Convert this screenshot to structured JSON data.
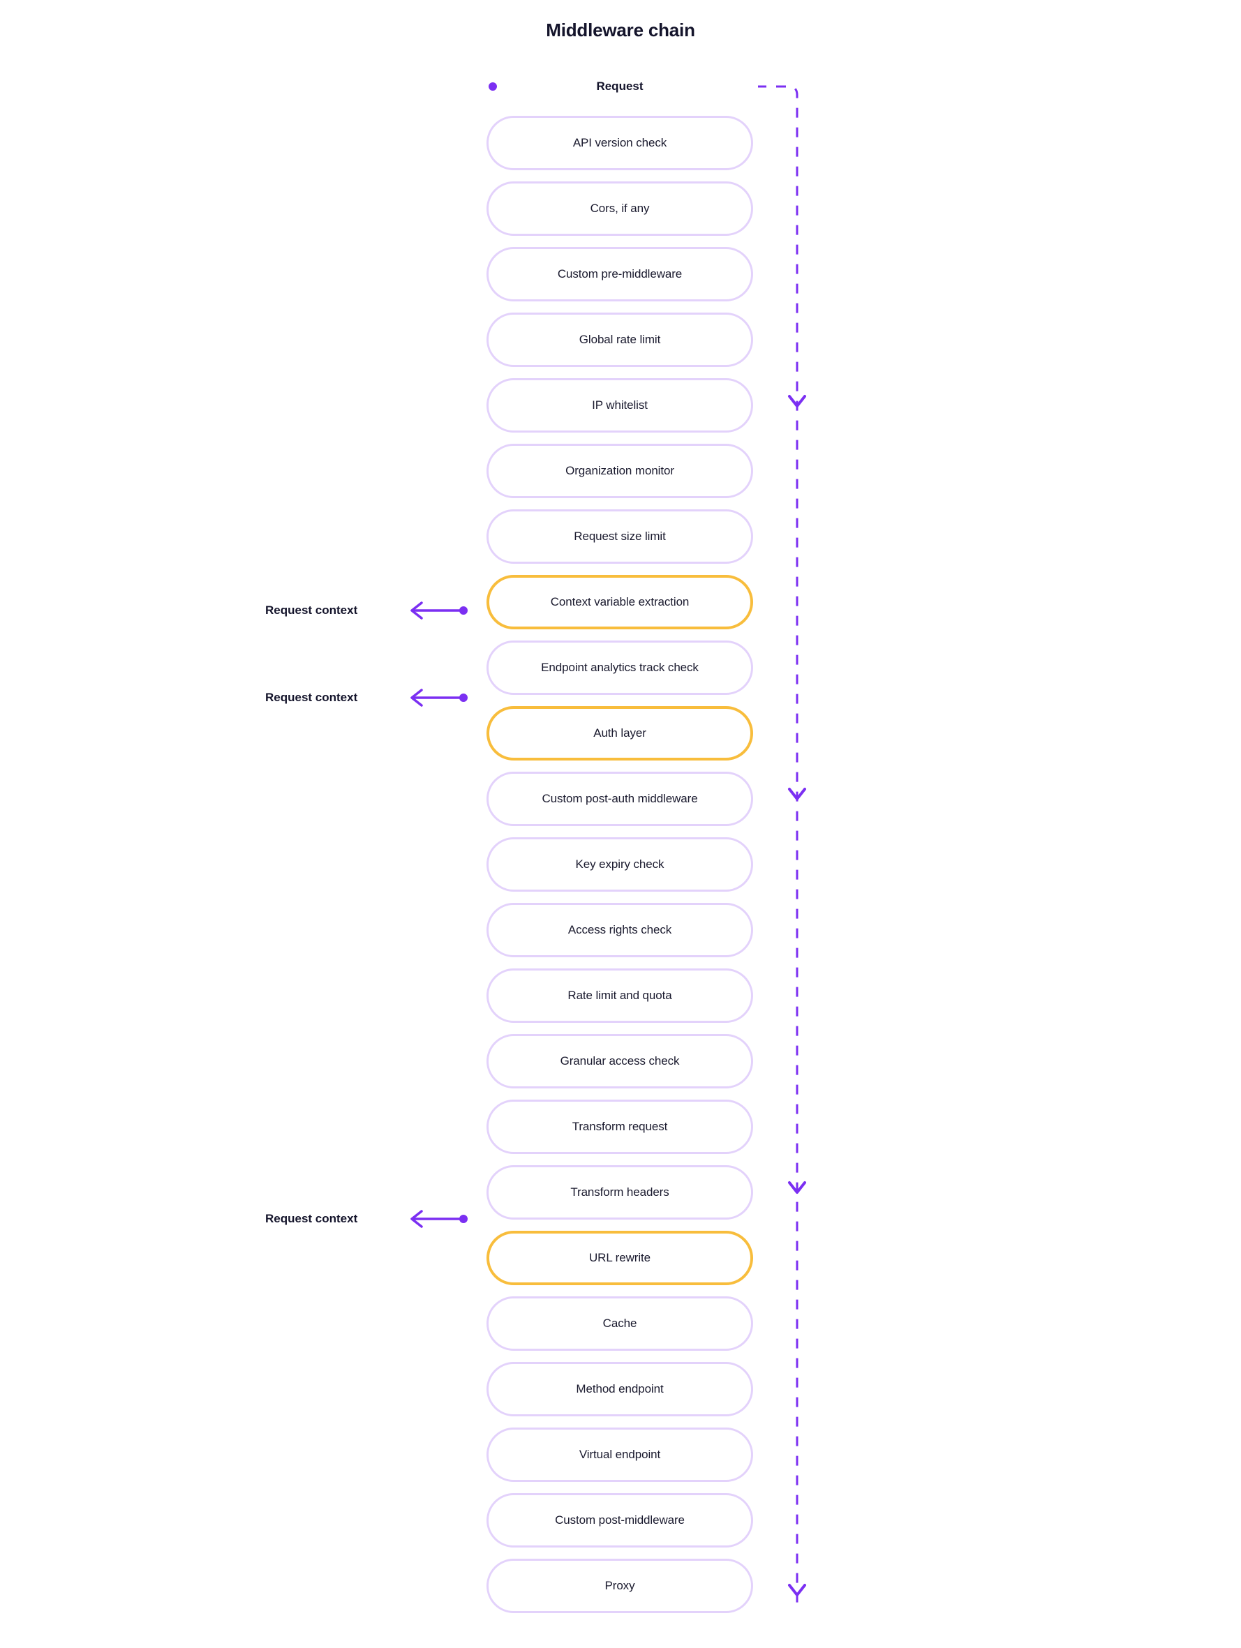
{
  "title": "Middleware chain",
  "colors": {
    "accent_purple": "#7B2FF2",
    "node_border": "#E3D2FB",
    "highlight_border": "#F8BD3C",
    "text": "#1A1A2E",
    "background": "#FFFFFF"
  },
  "flow": {
    "entry_label": "Request",
    "entry_marker": "dot-marker",
    "return_arrow_icon": "arrow-down-icon",
    "return_arrow_count": 4
  },
  "chart_data": {
    "type": "diagram",
    "title": "Middleware chain",
    "orientation": "vertical",
    "nodes": [
      {
        "label": "API version check",
        "highlight": false
      },
      {
        "label": "Cors, if any",
        "highlight": false
      },
      {
        "label": "Custom pre-middleware",
        "highlight": false
      },
      {
        "label": "Global rate limit",
        "highlight": false
      },
      {
        "label": "IP whitelist",
        "highlight": false
      },
      {
        "label": "Organization monitor",
        "highlight": false
      },
      {
        "label": "Request size limit",
        "highlight": false
      },
      {
        "label": "Context variable extraction",
        "highlight": true
      },
      {
        "label": "Endpoint analytics track check",
        "highlight": false
      },
      {
        "label": "Auth layer",
        "highlight": true
      },
      {
        "label": "Custom post-auth middleware",
        "highlight": false
      },
      {
        "label": "Key expiry check",
        "highlight": false
      },
      {
        "label": "Access rights check",
        "highlight": false
      },
      {
        "label": "Rate limit and quota",
        "highlight": false
      },
      {
        "label": "Granular access check",
        "highlight": false
      },
      {
        "label": "Transform request",
        "highlight": false
      },
      {
        "label": "Transform headers",
        "highlight": false
      },
      {
        "label": "URL rewrite",
        "highlight": true
      },
      {
        "label": "Cache",
        "highlight": false
      },
      {
        "label": "Method endpoint",
        "highlight": false
      },
      {
        "label": "Virtual endpoint",
        "highlight": false
      },
      {
        "label": "Custom post-middleware",
        "highlight": false
      },
      {
        "label": "Proxy",
        "highlight": false
      }
    ],
    "annotations": [
      {
        "label": "Request context",
        "target_node": "Context variable extraction",
        "node_index": 7
      },
      {
        "label": "Request context",
        "target_node": "Auth layer",
        "node_index": 9
      },
      {
        "label": "Request context",
        "target_node": "URL rewrite",
        "node_index": 17
      }
    ]
  }
}
